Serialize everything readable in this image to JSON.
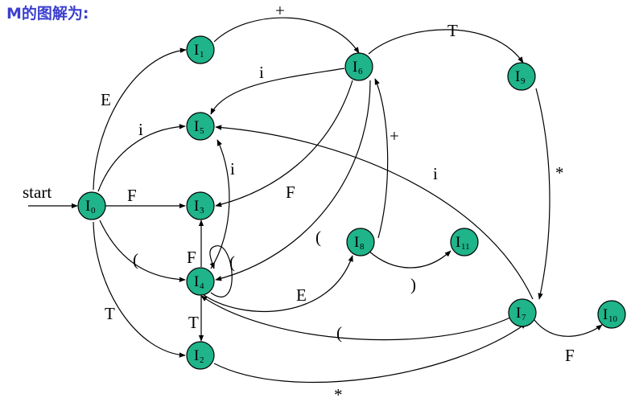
{
  "title": "M的图解为:",
  "start_label": "start",
  "colors": {
    "state_fill": "#1fb489",
    "title_color": "#3b3fcf"
  },
  "states": [
    {
      "id": "I0",
      "base": "I",
      "sub": "0"
    },
    {
      "id": "I1",
      "base": "I",
      "sub": "1"
    },
    {
      "id": "I2",
      "base": "I",
      "sub": "2"
    },
    {
      "id": "I3",
      "base": "I",
      "sub": "3"
    },
    {
      "id": "I4",
      "base": "I",
      "sub": "4"
    },
    {
      "id": "I5",
      "base": "I",
      "sub": "5"
    },
    {
      "id": "I6",
      "base": "I",
      "sub": "6"
    },
    {
      "id": "I7",
      "base": "I",
      "sub": "7"
    },
    {
      "id": "I8",
      "base": "I",
      "sub": "8"
    },
    {
      "id": "I9",
      "base": "I",
      "sub": "9"
    },
    {
      "id": "I10",
      "base": "I",
      "sub": "10"
    },
    {
      "id": "I11",
      "base": "I",
      "sub": "11"
    }
  ],
  "edges": [
    {
      "from": "I0",
      "to": "I1",
      "label": "E"
    },
    {
      "from": "I0",
      "to": "I5",
      "label": "i"
    },
    {
      "from": "I0",
      "to": "I3",
      "label": "F"
    },
    {
      "from": "I0",
      "to": "I4",
      "label": "("
    },
    {
      "from": "I0",
      "to": "I2",
      "label": "T"
    },
    {
      "from": "I1",
      "to": "I6",
      "label": "+"
    },
    {
      "from": "I6",
      "to": "I9",
      "label": "T"
    },
    {
      "from": "I6",
      "to": "I5",
      "label": "i"
    },
    {
      "from": "I6",
      "to": "I3",
      "label": "F"
    },
    {
      "from": "I6",
      "to": "I4",
      "label": "("
    },
    {
      "from": "I9",
      "to": "I7",
      "label": "*"
    },
    {
      "from": "I7",
      "to": "I5",
      "label": "i"
    },
    {
      "from": "I7",
      "to": "I10",
      "label": "F"
    },
    {
      "from": "I7",
      "to": "I4",
      "label": "("
    },
    {
      "from": "I4",
      "to": "I5",
      "label": "i"
    },
    {
      "from": "I4",
      "to": "I3",
      "label": "F"
    },
    {
      "from": "I4",
      "to": "I4",
      "label": "("
    },
    {
      "from": "I4",
      "to": "I8",
      "label": "E"
    },
    {
      "from": "I4",
      "to": "I2",
      "label": "T"
    },
    {
      "from": "I8",
      "to": "I6",
      "label": "+"
    },
    {
      "from": "I8",
      "to": "I11",
      "label": ")"
    },
    {
      "from": "I2",
      "to": "I7",
      "label": "*"
    }
  ]
}
